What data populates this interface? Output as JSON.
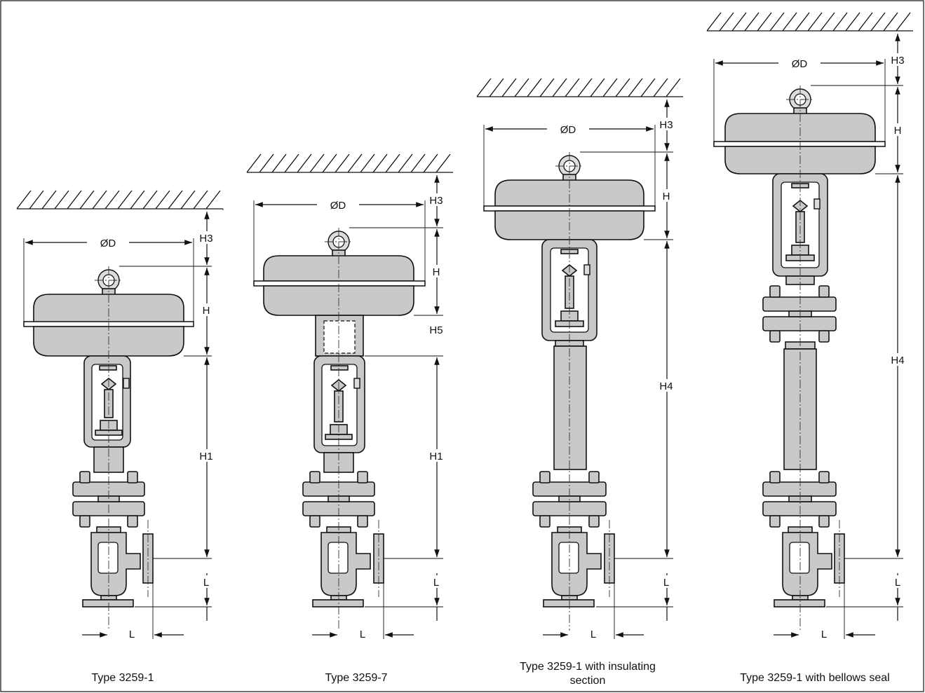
{
  "dimension_labels": {
    "diameter": "ØD",
    "height": "H",
    "height_1": "H1",
    "height_3": "H3",
    "height_4": "H4",
    "height_5": "H5",
    "length": "L"
  },
  "variants": [
    {
      "caption": "Type 3259-1"
    },
    {
      "caption": "Type 3259-7"
    },
    {
      "caption_line1": "Type 3259-1 with insulating",
      "caption_line2": "section"
    },
    {
      "caption": "Type 3259-1 with bellows seal"
    }
  ],
  "colors": {
    "part_fill": "#c9c9c9",
    "line": "#111111"
  }
}
